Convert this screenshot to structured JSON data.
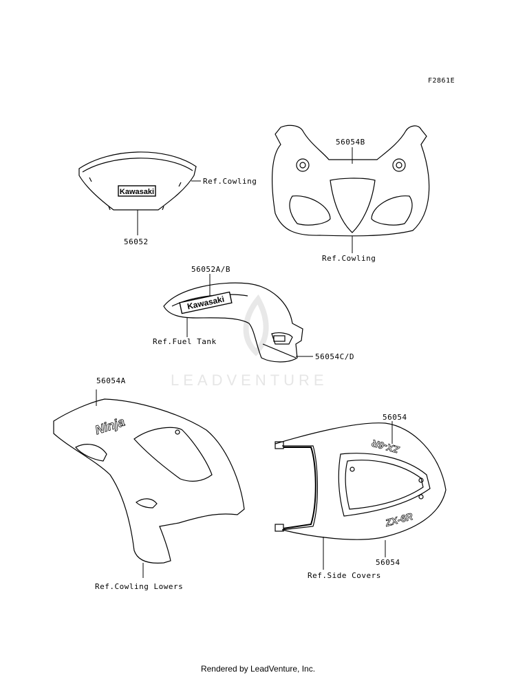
{
  "diagram_code": "F2861E",
  "watermark": "LEADVENTURE",
  "footer": "Rendered by LeadVenture, Inc.",
  "labels": {
    "windshield_part": "56052",
    "windshield_ref": "Ref.Cowling",
    "cowling_part": "56054B",
    "cowling_ref": "Ref.Cowling",
    "tank_part": "56052A/B",
    "tank_ref": "Ref.Fuel Tank",
    "tank_lower_part": "56054C/D",
    "side_part": "56054A",
    "side_ref": "Ref.Cowling Lowers",
    "seat_top_part": "56054",
    "seat_bottom_part": "56054",
    "seat_ref": "Ref.Side Covers"
  },
  "decal_text": {
    "windshield": "Kawasaki",
    "tank": "Kawasaki",
    "side": "Ninja",
    "seat_top": "ZX-6R",
    "seat_bottom": "ZX-6R"
  }
}
